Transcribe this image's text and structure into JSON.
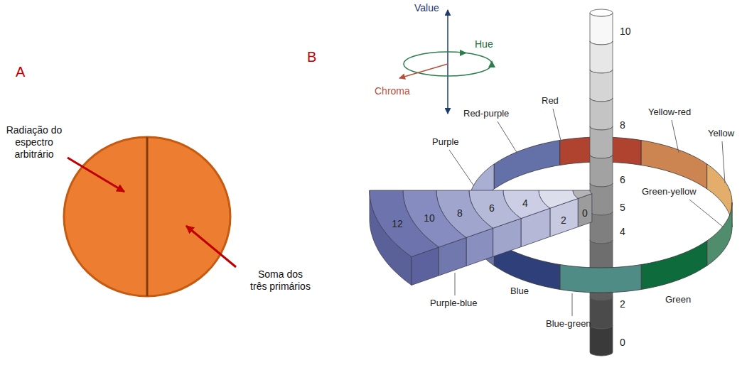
{
  "diagram": {
    "labels": [
      "A",
      "Radiação do espectro arbitrário",
      "Soma dos três primários",
      "B",
      "Value",
      "Hue",
      "Chroma",
      "10",
      "Red-purple",
      "Red",
      "8",
      "Yellow-red",
      "Yellow",
      "Purple",
      "6",
      "Green-yellow",
      "5",
      "12",
      "10",
      "8",
      "6",
      "4",
      "2",
      "0",
      "4",
      "Purple-blue",
      "Blue",
      "2",
      "Green",
      "Blue-green",
      "0"
    ]
  }
}
